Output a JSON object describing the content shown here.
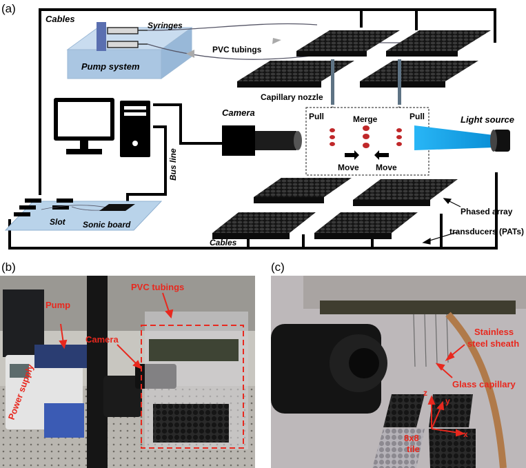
{
  "panel_a": {
    "tag": "(a)",
    "labels": {
      "cables_top": "Cables",
      "syringes": "Syringes",
      "pvc_tubings": "PVC tubings",
      "pump_system": "Pump system",
      "capillary_nozzle": "Capillary nozzle",
      "camera": "Camera",
      "bus_line": "Bus line",
      "pull_left": "Pull",
      "merge": "Merge",
      "pull_right": "Pull",
      "move_left": "Move",
      "move_right": "Move",
      "light_source": "Light source",
      "slot": "Slot",
      "sonic_board": "Sonic board",
      "cables_bottom": "Cables",
      "pats_line1": "Phased array",
      "pats_line2": "transducers (PATs)"
    },
    "colors": {
      "accent_blue": "#29b6f6",
      "droplet_red": "#c0282a",
      "board_blue": "#b9d3ea"
    }
  },
  "panel_b": {
    "tag": "(b)",
    "labels": {
      "pvc_tubings": "PVC tubings",
      "pump": "Pump",
      "camera": "Camera",
      "power_supply": "Power supply"
    },
    "label_color": "#e8281e"
  },
  "panel_c": {
    "tag": "(c)",
    "labels": {
      "stainless_1": "Stainless",
      "stainless_2": "steel sheath",
      "glass_capillary": "Glass capillary",
      "axis_z": "z",
      "axis_y": "y",
      "axis_x": "x",
      "tile_1": "8x8",
      "tile_2": "tile"
    }
  }
}
